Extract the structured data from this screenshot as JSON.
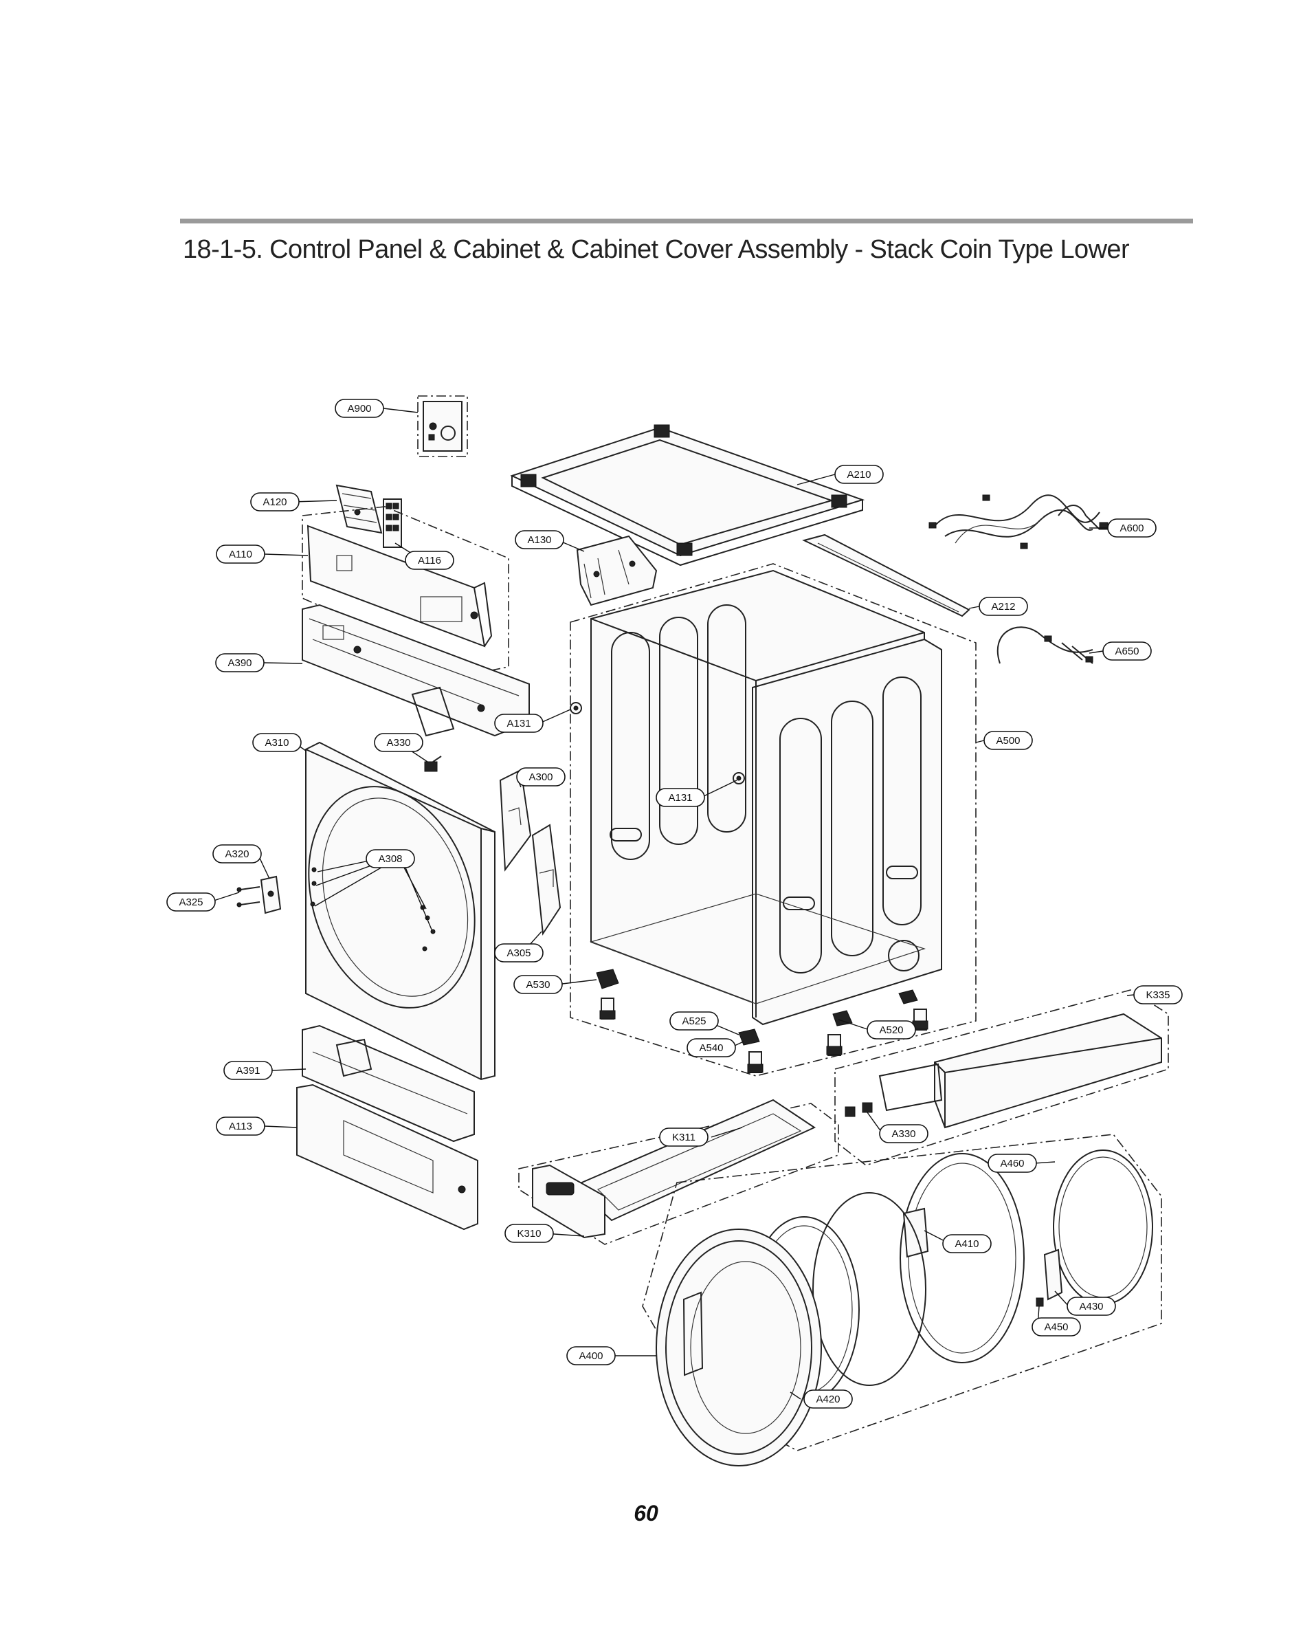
{
  "page": {
    "title": "18-1-5. Control Panel & Cabinet & Cabinet Cover Assembly - Stack Coin Type Lower",
    "page_number": "60"
  },
  "callouts": [
    {
      "id": "A900",
      "text": "A900"
    },
    {
      "id": "A210",
      "text": "A210"
    },
    {
      "id": "A120",
      "text": "A120"
    },
    {
      "id": "A600",
      "text": "A600"
    },
    {
      "id": "A130",
      "text": "A130"
    },
    {
      "id": "A110",
      "text": "A110"
    },
    {
      "id": "A116",
      "text": "A116"
    },
    {
      "id": "A212",
      "text": "A212"
    },
    {
      "id": "A650",
      "text": "A650"
    },
    {
      "id": "A390",
      "text": "A390"
    },
    {
      "id": "A131a",
      "text": "A131"
    },
    {
      "id": "A310",
      "text": "A310"
    },
    {
      "id": "A330a",
      "text": "A330"
    },
    {
      "id": "A500",
      "text": "A500"
    },
    {
      "id": "A300",
      "text": "A300"
    },
    {
      "id": "A131b",
      "text": "A131"
    },
    {
      "id": "A320",
      "text": "A320"
    },
    {
      "id": "A308",
      "text": "A308"
    },
    {
      "id": "A325",
      "text": "A325"
    },
    {
      "id": "A305",
      "text": "A305"
    },
    {
      "id": "A530",
      "text": "A530"
    },
    {
      "id": "K335",
      "text": "K335"
    },
    {
      "id": "A525",
      "text": "A525"
    },
    {
      "id": "A520",
      "text": "A520"
    },
    {
      "id": "A540",
      "text": "A540"
    },
    {
      "id": "A391",
      "text": "A391"
    },
    {
      "id": "A113",
      "text": "A113"
    },
    {
      "id": "A330b",
      "text": "A330"
    },
    {
      "id": "K311",
      "text": "K311"
    },
    {
      "id": "A460",
      "text": "A460"
    },
    {
      "id": "A410",
      "text": "A410"
    },
    {
      "id": "K310",
      "text": "K310"
    },
    {
      "id": "A430",
      "text": "A430"
    },
    {
      "id": "A450",
      "text": "A450"
    },
    {
      "id": "A400",
      "text": "A400"
    },
    {
      "id": "A420",
      "text": "A420"
    }
  ]
}
